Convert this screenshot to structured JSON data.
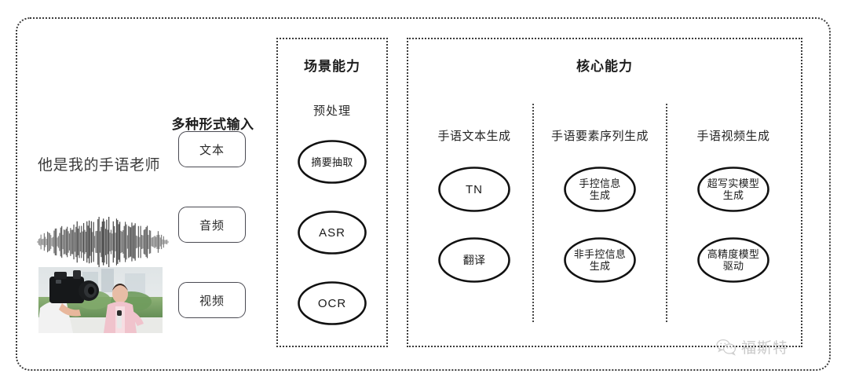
{
  "diagram": {
    "input_section": {
      "heading": "多种形式输入",
      "sample_text": "他是我的手语老师",
      "modalities": [
        {
          "label": "文本",
          "media": "text"
        },
        {
          "label": "音频",
          "media": "waveform"
        },
        {
          "label": "视频",
          "media": "video-thumbnail"
        }
      ]
    },
    "scene_panel": {
      "title": "场景能力",
      "subtitle": "预处理",
      "nodes": [
        {
          "label": "摘要抽取",
          "script": "cjk"
        },
        {
          "label": "ASR",
          "script": "latin"
        },
        {
          "label": "OCR",
          "script": "latin"
        }
      ]
    },
    "core_panel": {
      "title": "核心能力",
      "columns": [
        {
          "heading": "手语文本生成",
          "nodes": [
            {
              "line1": "TN",
              "line2": "",
              "script": "latin"
            },
            {
              "line1": "翻译",
              "line2": "",
              "script": "cjk"
            }
          ]
        },
        {
          "heading": "手语要素序列生成",
          "nodes": [
            {
              "line1": "手控信息",
              "line2": "生成",
              "script": "cjk"
            },
            {
              "line1": "非手控信息",
              "line2": "生成",
              "script": "cjk"
            }
          ]
        },
        {
          "heading": "手语视频生成",
          "nodes": [
            {
              "line1": "超写实模型",
              "line2": "生成",
              "script": "cjk"
            },
            {
              "line1": "高精度模型",
              "line2": "驱动",
              "script": "cjk"
            }
          ]
        }
      ]
    },
    "watermark": {
      "label": "福斯特",
      "icon": "wechat-icon"
    },
    "colors": {
      "border": "#3b3b3b",
      "node_stroke": "#111111",
      "pill_stroke": "#4a4a52",
      "text": "#1d1d1d",
      "watermark": "#808080",
      "background": "#ffffff"
    }
  }
}
